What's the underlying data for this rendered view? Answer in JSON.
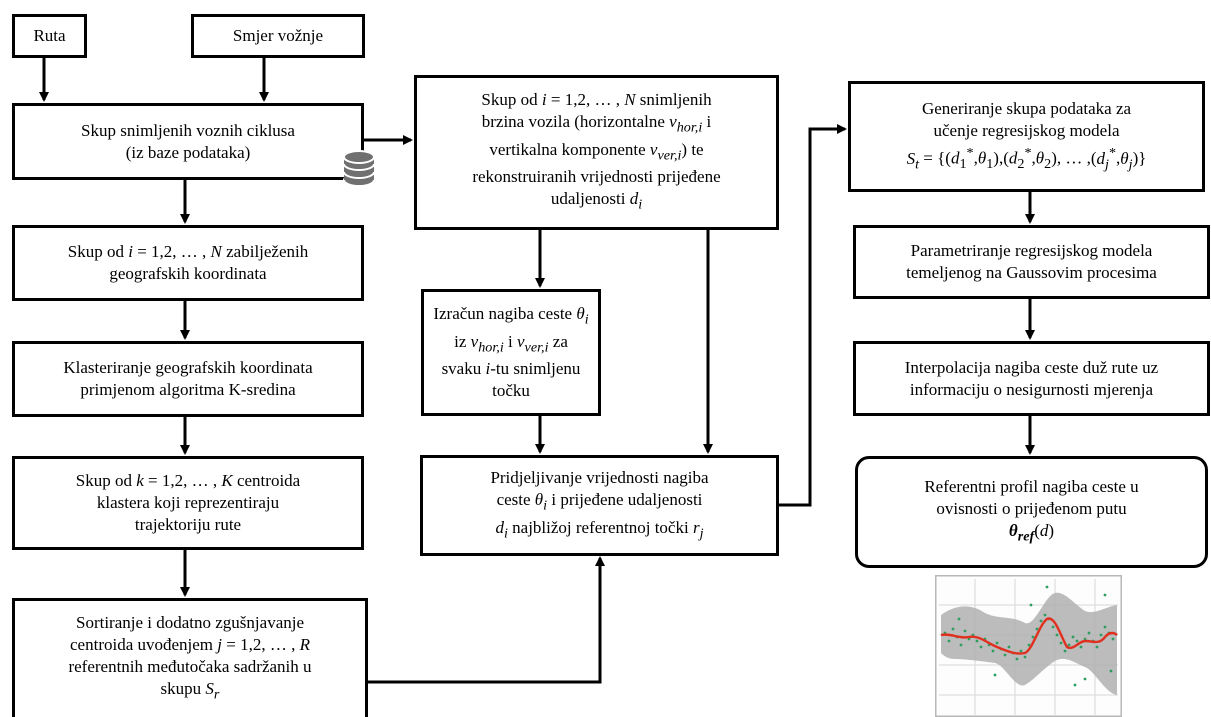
{
  "inputs": {
    "route": "Ruta",
    "direction": "Smjer vožnje"
  },
  "left_column": {
    "recorded_cycles": [
      "Skup snimljenih voznih ciklusa",
      "(iz baze podataka)"
    ],
    "geo_coords": [
      "Skup od i = 1,2, … , N zabilježenih",
      "geografskih koordinata"
    ],
    "clustering": [
      "Klasteriranje geografskih koordinata",
      "primjenom algoritma K-sredina"
    ],
    "centroids": [
      "Skup od k = 1,2, … , K centroida",
      "klastera koji reprezentiraju",
      "trajektoriju rute"
    ],
    "sorting": [
      "Sortiranje i dodatno zgušnjavanje",
      "centroida uvođenjem j = 1,2, … , R",
      "referentnih međutočaka sadržanih u",
      "skupu Sr"
    ]
  },
  "middle_column": {
    "speed_set": [
      "Skup od i = 1,2, … , N snimljenih",
      "brzina vozila (horizontalne vhor,i i",
      "vertikalna komponente vver,i) te",
      "rekonstruiranih vrijednosti prijeđene",
      "udaljenosti di"
    ],
    "slope_calc": [
      "Izračun nagiba ceste θi",
      "iz vhor,i i vver,i za",
      "svaku i-tu snimljenu",
      "točku"
    ],
    "assignment": [
      "Pridjeljivanje vrijednosti nagiba",
      "ceste θi i prijeđene udaljenosti",
      "di najbližoj referentnoj točki rj"
    ]
  },
  "right_column": {
    "dataset_gen": [
      "Generiranje skupa podataka za",
      "učenje regresijskog modela",
      "St = {(d1*,θ1),(d2*,θ2), … ,(dj*,θj)}"
    ],
    "parametrization": [
      "Parametriranje regresijskog modela",
      "temeljenog na Gaussovim procesima"
    ],
    "interpolation": [
      "Interpolacija nagiba ceste duž rute uz",
      "informaciju o nesigurnosti mjerenja"
    ],
    "reference_profile": [
      "Referentni profil nagiba ceste u",
      "ovisnosti o prijeđenom putu",
      "θref(d)"
    ]
  },
  "icons": {
    "database": "database-icon",
    "result_plot": "gp-regression-plot-thumbnail"
  },
  "colors": {
    "border": "#000000",
    "database": "#707070",
    "plot_band": "#b0b0b0",
    "plot_mean": "#e03020",
    "plot_points": "#2e9e5e"
  }
}
